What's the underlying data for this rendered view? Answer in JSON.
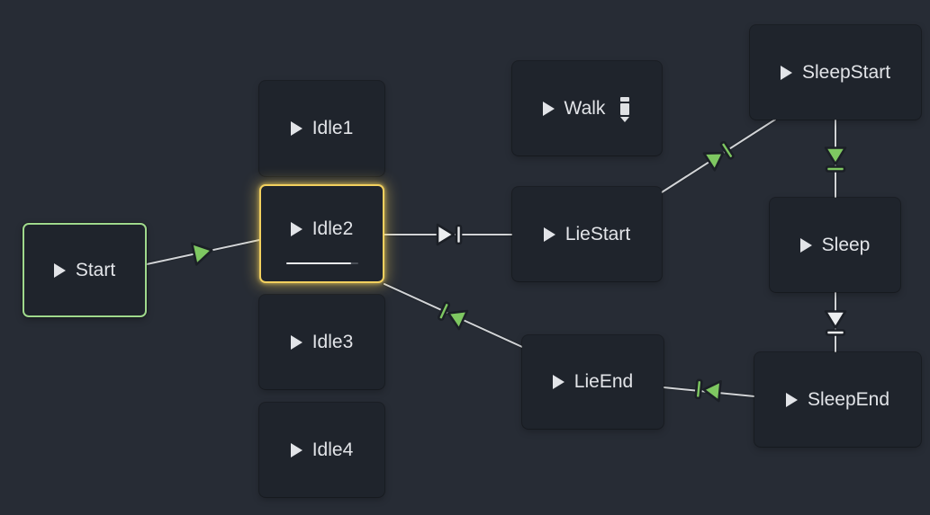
{
  "app": {
    "view": "animation-state-machine-graph",
    "theme": "dark"
  },
  "colors": {
    "background": "#272c35",
    "node_fill": "#1f242c",
    "node_text": "#e2e4e8",
    "start_node_border": "#9fd98c",
    "active_node_border": "#f2d05e",
    "edge_line": "#d2d4d7",
    "transition_traveled": "#7ec761",
    "transition_idle": "#eceef0",
    "icon_outline": "#1b1f26"
  },
  "nodes": [
    {
      "label": "Start",
      "is_start_node": true
    },
    {
      "label": "Idle1"
    },
    {
      "label": "Idle2",
      "is_active": true,
      "progress_pct": 90
    },
    {
      "label": "Idle3"
    },
    {
      "label": "Idle4"
    },
    {
      "label": "Walk",
      "has_edit_icon": true
    },
    {
      "label": "LieStart"
    },
    {
      "label": "LieEnd"
    },
    {
      "label": "SleepStart"
    },
    {
      "label": "Sleep"
    },
    {
      "label": "SleepEnd"
    }
  ],
  "transitions": [
    {
      "from": "Start",
      "to": "Idle2",
      "switch_mode": "immediate",
      "state": "traveled"
    },
    {
      "from": "Idle2",
      "to": "LieStart",
      "switch_mode": "at_end",
      "state": "idle"
    },
    {
      "from": "LieStart",
      "to": "SleepStart",
      "switch_mode": "at_end",
      "state": "traveled"
    },
    {
      "from": "SleepStart",
      "to": "Sleep",
      "switch_mode": "at_end",
      "state": "traveled"
    },
    {
      "from": "Sleep",
      "to": "SleepEnd",
      "switch_mode": "at_end",
      "state": "idle"
    },
    {
      "from": "SleepEnd",
      "to": "LieEnd",
      "switch_mode": "at_end",
      "state": "traveled"
    },
    {
      "from": "LieEnd",
      "to": "Idle2",
      "switch_mode": "at_end",
      "state": "traveled"
    }
  ]
}
